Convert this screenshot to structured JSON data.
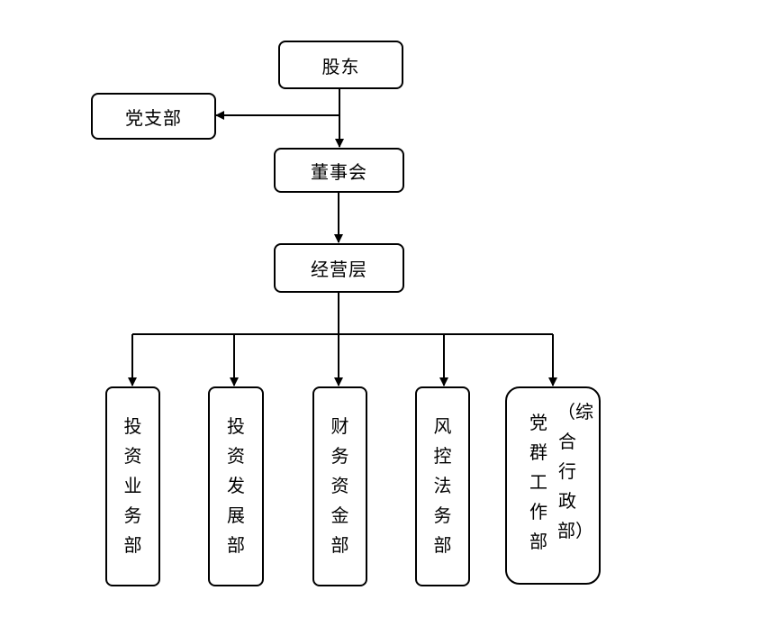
{
  "nodes": {
    "shareholders": "股东",
    "party_branch": "党支部",
    "board": "董事会",
    "management": "经营层"
  },
  "departments": {
    "investment_business": "投资业务部",
    "investment_development": "投资发展部",
    "finance_capital": "财务资金部",
    "risk_legal": "风控法务部",
    "party_mass_main": "党群工作部",
    "party_mass_sub": "（综合行政部）"
  },
  "colors": {
    "line": "#000000",
    "border": "#000000",
    "background": "#ffffff"
  }
}
